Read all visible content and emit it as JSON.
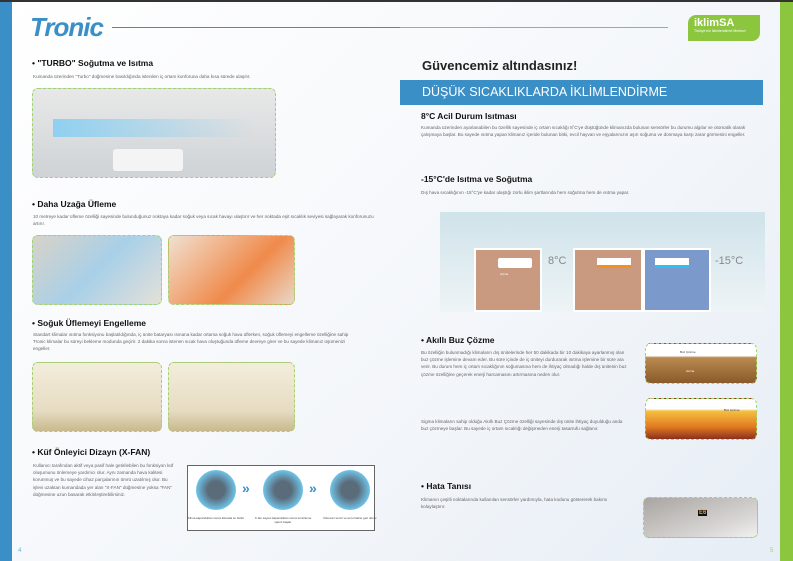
{
  "brand": {
    "left_logo": "Tronic",
    "right_logo": "iklimSA",
    "right_tagline": "Türkiye'nin İklimlendirme Merkezi"
  },
  "left": {
    "s1": {
      "title": "• \"TURBO\" Soğutma ve Isıtma",
      "text": "Kumanda üzerinden \"Turbo\" düğmesine basıldığında istenilen iç ortam konforuna daha kısa sürede ulaşılır."
    },
    "s2": {
      "title": "• Daha Uzağa Üfleme",
      "text": "10 metreye kadar üfleme özelliği sayesinde bulunduğunuz noktaya kadar soğuk veya sıcak havayı ulaştırır ve her noktada eşit sıcaklık seviyesi sağlayarak konforunuzu artırır."
    },
    "s3": {
      "title": "• Soğuk Üflemeyi Engelleme",
      "text": "Standart klimalar ısıtma fonksiyonu başlatıldığında, iç ünite bataryası ısınana kadar ortama soğuk hava üflerken, soğuk üflemeyi engelleme özelliğine sahip Tronic klimalar bu süreyi bekleme modunda geçirir. 2 dakika sonra istenen sıcak hava oluştuğunda üfleme devreye girer ve bu sayede klimanız üşümenizi engeller."
    },
    "s4": {
      "title": "• Küf Önleyici Dizayn (X-FAN)",
      "text": "Kullanıcı tarafından aktif veya pasif hale getirilebilen bu fonksiyon küf oluşumunu önlemeye yardımcı olur. Aynı zamanda hava kalitesi korunmuş ve bu sayede cihaz parçalarının ömrü uzatılmış olur. Bu işlevi uzaktan kumandada yer alan \"X-FAN\" düğmesine yoksa \"FAN\" düğmesine uzun basarak etkinleştirebilirsiniz.",
      "steps": [
        "Klima kapandıktan sonra klimada su birikir",
        "X-fan sayesi kapandıktan sonra temizleme işlemi başlar",
        "Klimanız temiz ve kuru haline geri döner"
      ]
    },
    "page": "4"
  },
  "right": {
    "slogan": "Güvencemiz altındasınız!",
    "banner": "DÜŞÜK SICAKLIKLARDA İKLİMLENDİRME",
    "s1": {
      "title": "8°C Acil Durum Isıtması",
      "text": "Kumanda üzerinden ayarlanabilen bu özellik sayesinde iç ortam sıcaklığı 8˚C'ye düştüğünde klimanızda bulunan sensörler bu durumu algılar ve otomatik olarak çalışmaya başlar. Bu sayede ısıtma yapan klimanız içeride bulunan bitki, evcil hayvan ve eşyalarınızın aşırı soğuma ve donmaya karşı zarar görmesini engeller."
    },
    "s2": {
      "title": "-15°C'de Isıtma ve Soğutma",
      "text": "Dış hava sıcaklığının -15°C'ye kadar ulaştığı zorlu iklim şartlarında hem soğutma hem de ısıtma yapar.",
      "temp1": "8°C",
      "temp2": "-15°C",
      "room_label": "Isıtma"
    },
    "s3": {
      "title": "• Akıllı Buz Çözme",
      "text1": "Bu özelliğin bulunmadığı klimaların dış ünitelerinde her 50 dakikada bir 10 dakikaya ayarlanmış olan buz çözme işlemine devam eder. Bu süre içinde de iç üniteyi durdurarak ısıtma işlemine bir süre ara verir. Bu durum hem iç ortam sıcaklığının soğumasına hem de ihtiyaç olmadığı halde dış ünitenin buz çözme özelliğine geçerek enerji harcamasını artırmasına neden olur.",
      "text2": "Sigma klimaların sahip olduğu Akıllı Buz Çözme özelliği sayesinde dış ünite ihtiyaç duyulduğu anda buz çözmeye başlar. Bu sayede iç ortam sıcaklığı değişmeden enerji tasarrufu sağlanır.",
      "diag_label": "Buz Çözme",
      "diag_fill": "Isıtma"
    },
    "s4": {
      "title": "• Hata Tanısı",
      "text": "Klimanın çeşitli noktalarında kullanılan sensörler yardımıyla, hata kodunu göstererek bakımı kolaylaştırır.",
      "code": "E6"
    },
    "page": "5"
  }
}
